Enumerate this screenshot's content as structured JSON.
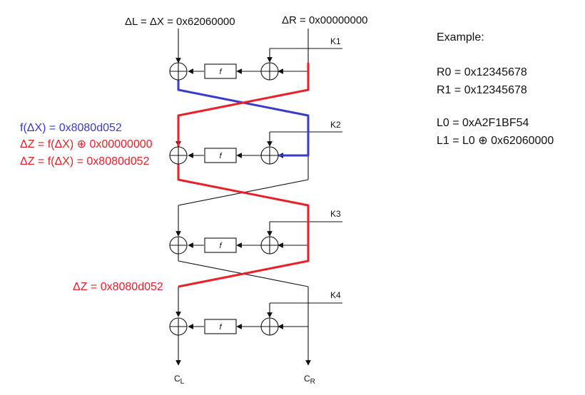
{
  "header": {
    "delta_l": "ΔL = ΔX = 0x62060000",
    "delta_r": "ΔR = 0x00000000"
  },
  "rounds": [
    {
      "key": "K1",
      "f": "f"
    },
    {
      "key": "K2",
      "f": "f"
    },
    {
      "key": "K3",
      "f": "f"
    },
    {
      "key": "K4",
      "f": "f"
    }
  ],
  "annotations": {
    "f_dx": "f(ΔX) = 0x8080d052",
    "dz_xor_prefix": "ΔZ = f(ΔX) ⊕ ",
    "dz_xor_value": "0x00000000",
    "dz_eq": "ΔZ = f(ΔX) = 0x8080d052",
    "dz_round3": "ΔZ = 0x8080d052"
  },
  "outputs": {
    "cl_base": "C",
    "cl_sub": "L",
    "cr_base": "C",
    "cr_sub": "R"
  },
  "example": {
    "title": "Example:",
    "lines": [
      "R0 = 0x12345678",
      "R1 = 0x12345678",
      "L0 = 0xA2F1BF54",
      "L1 = L0 ⊕ 0x62060000"
    ]
  },
  "colors": {
    "blue": "#3a3acb",
    "red": "#e8202a",
    "line": "#111111"
  }
}
